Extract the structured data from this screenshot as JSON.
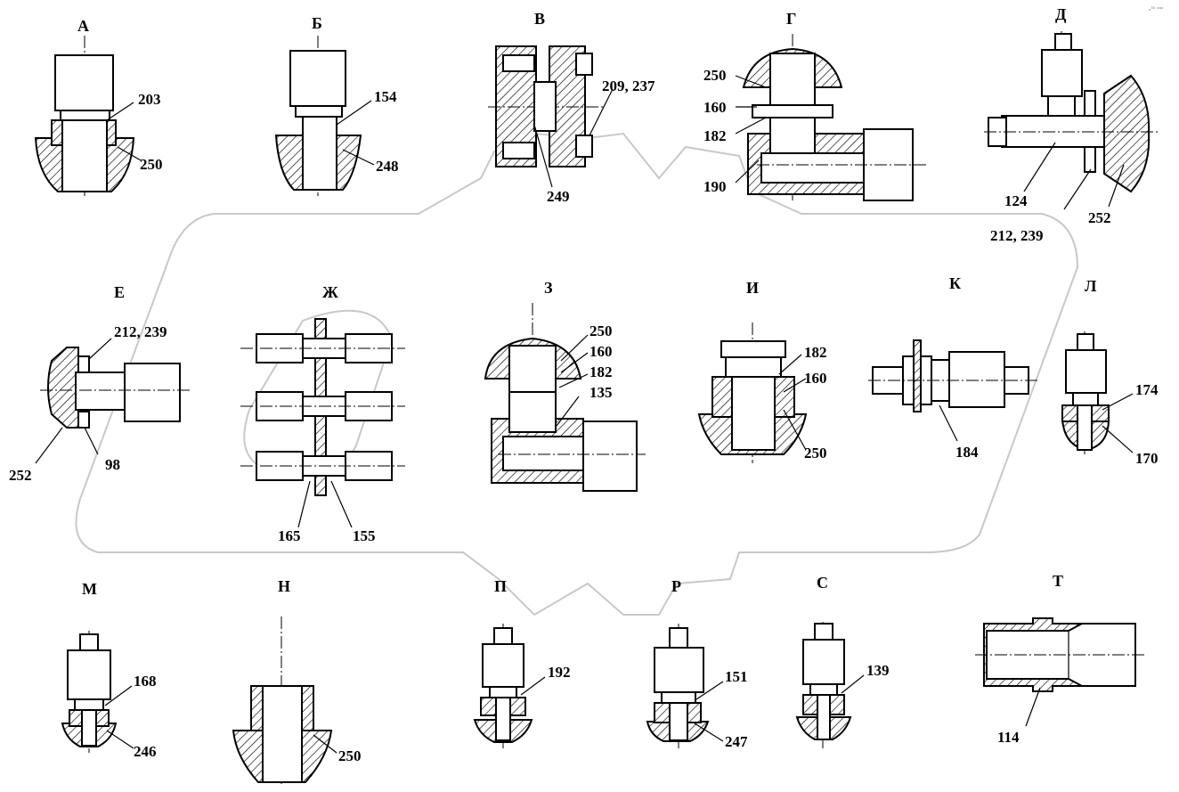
{
  "corner_tag": "ₑ⁵⁵ ᵃᵃᵃ",
  "views": [
    {
      "letter": "А",
      "callouts": [
        "203",
        "250"
      ]
    },
    {
      "letter": "Б",
      "callouts": [
        "154",
        "248"
      ]
    },
    {
      "letter": "В",
      "callouts": [
        "209, 237",
        "249"
      ]
    },
    {
      "letter": "Г",
      "callouts": [
        "250",
        "160",
        "182",
        "190"
      ]
    },
    {
      "letter": "Д",
      "callouts": [
        "124",
        "212, 239",
        "252"
      ]
    },
    {
      "letter": "Е",
      "callouts": [
        "212, 239",
        "252",
        "98"
      ]
    },
    {
      "letter": "Ж",
      "callouts": [
        "165",
        "155"
      ]
    },
    {
      "letter": "З",
      "callouts": [
        "250",
        "160",
        "182",
        "135"
      ]
    },
    {
      "letter": "И",
      "callouts": [
        "182",
        "160",
        "250"
      ]
    },
    {
      "letter": "К",
      "callouts": [
        "184"
      ]
    },
    {
      "letter": "Л",
      "callouts": [
        "174",
        "170"
      ]
    },
    {
      "letter": "М",
      "callouts": [
        "168",
        "246"
      ]
    },
    {
      "letter": "Н",
      "callouts": [
        "250"
      ]
    },
    {
      "letter": "П",
      "callouts": [
        "192"
      ]
    },
    {
      "letter": "Р",
      "callouts": [
        "151",
        "247"
      ]
    },
    {
      "letter": "С",
      "callouts": [
        "139"
      ]
    },
    {
      "letter": "Т",
      "callouts": [
        "114"
      ]
    }
  ]
}
